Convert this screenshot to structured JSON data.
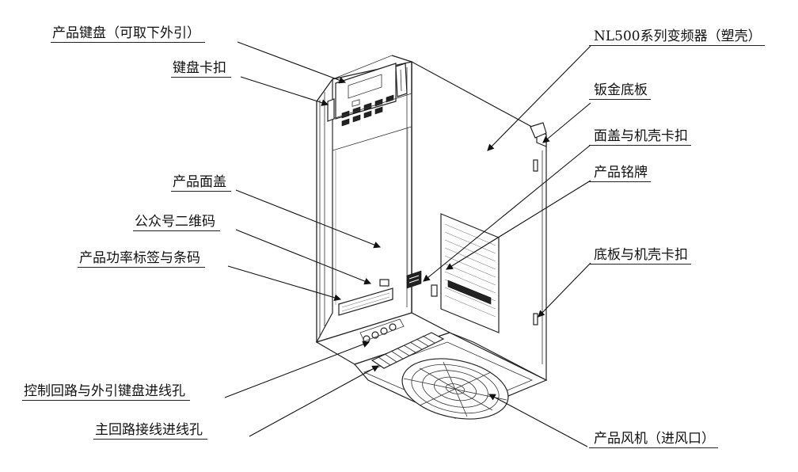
{
  "labels": {
    "keypad": "产品键盘（可取下外引）",
    "keypad_clip": "键盘卡扣",
    "front_cover": "产品面盖",
    "qr_code": "公众号二维码",
    "power_label": "产品功率标签与条码",
    "control_holes": "控制回路与外引键盘进线孔",
    "main_holes": "主回路接线进线孔",
    "product_name": "NL500系列变频器（塑壳）",
    "sheet_base": "钣金底板",
    "cover_clip": "面盖与机壳卡扣",
    "nameplate": "产品铭牌",
    "base_clip": "底板与机壳卡扣",
    "fan": "产品风机（进风口）"
  }
}
